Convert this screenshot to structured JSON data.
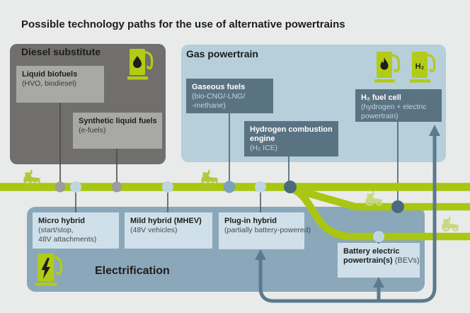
{
  "title": "Possible technology paths for the use of alternative powertrains",
  "colors": {
    "background": "#e9eaea",
    "road_green": "#a9c613",
    "pump_green": "#b2cb17",
    "diesel_panel": "#706f6e",
    "diesel_item": "#a8a8a7",
    "gas_panel": "#b6cfda",
    "gas_item": "#5a7383",
    "electrification_panel": "#8ba7ba",
    "electrification_item": "#cfe0ea",
    "node_gray": "#9c9c9c",
    "node_light_blue": "#bdd6e2",
    "node_steel_blue": "#7ba2b8",
    "node_dark_slate": "#4a6b7e",
    "arrow_slate": "#5c7a8d",
    "tractor_green": "#aeca3c",
    "tractor_pale": "#c6d97f",
    "line_dark": "#4a4a49",
    "line_slate": "#46616f"
  },
  "diesel": {
    "label": "Diesel substitute",
    "icon": "fuel-pump-droplet",
    "items": [
      {
        "title": "Liquid biofuels",
        "sub1": "(HVO, biodiesel)"
      },
      {
        "title": "Synthetic liquid fuels",
        "sub1": "(e-fuels)"
      }
    ]
  },
  "gas": {
    "label": "Gas powertrain",
    "icons": [
      "fuel-pump-flame",
      "fuel-pump-h2"
    ],
    "h2_pump_label": "H₂",
    "items": [
      {
        "title": "Gaseous fuels",
        "sub1": "(bio-CNG/-LNG/",
        "sub2": "-methane)"
      },
      {
        "title": "Hydrogen combustion",
        "title2": "engine",
        "sub1": "(H₂ ICE)"
      },
      {
        "title": "H₂ fuel cell",
        "sub1": "(hydrogen + electric",
        "sub2": "powertrain)"
      }
    ]
  },
  "electrification": {
    "label": "Electrification",
    "icon": "fuel-pump-bolt",
    "items": [
      {
        "title": "Micro hybrid",
        "sub1": "(start/stop,",
        "sub2": "48V attachments)"
      },
      {
        "title": "Mild hybrid (MHEV)",
        "sub1": "(48V vehicles)"
      },
      {
        "title": "Plug-in hybrid",
        "sub1": "(partially battery-powered)"
      },
      {
        "title": "Battery electric",
        "title2": "powertrain(s)",
        "sub_inline": "(BEVs)"
      }
    ]
  }
}
